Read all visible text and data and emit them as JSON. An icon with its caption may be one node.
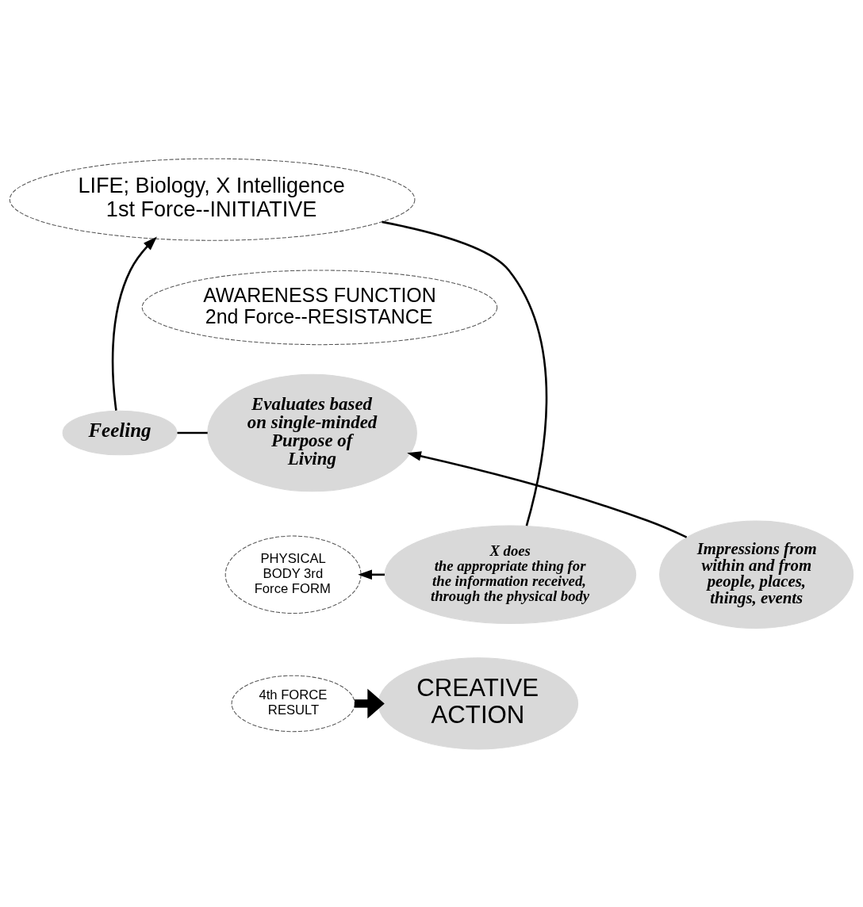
{
  "diagram": {
    "nodes": [
      {
        "text": [
          "LIFE; Biology, X Intelligence",
          "1st Force--INITIATIVE"
        ]
      },
      {
        "text": [
          "AWARENESS FUNCTION",
          "2nd Force--RESISTANCE"
        ]
      },
      {
        "text": [
          "Feeling"
        ]
      },
      {
        "text": [
          "Evaluates based on single-minded Purpose of Living"
        ]
      },
      {
        "text": [
          "Impressions from within and from people, places, things, events"
        ]
      },
      {
        "text": [
          "PHYSICAL BODY 3rd Force FORM"
        ]
      },
      {
        "text": [
          "X does",
          "the appropriate thing for the information received, through the physical body"
        ]
      },
      {
        "text": [
          "CREATIVE ACTION"
        ]
      },
      {
        "text": [
          "4th FORCE RESULT"
        ]
      }
    ],
    "edges": [
      {
        "from": 2,
        "to": 0,
        "arrow": "to"
      },
      {
        "from": 2,
        "to": 3,
        "arrow": "none"
      },
      {
        "from": 4,
        "to": 3,
        "arrow": "to"
      },
      {
        "from": 6,
        "to": 0,
        "arrow": "none"
      },
      {
        "from": 6,
        "to": 5,
        "arrow": "to"
      },
      {
        "from": 8,
        "to": 7,
        "arrow": "to",
        "style": "thick"
      }
    ]
  }
}
